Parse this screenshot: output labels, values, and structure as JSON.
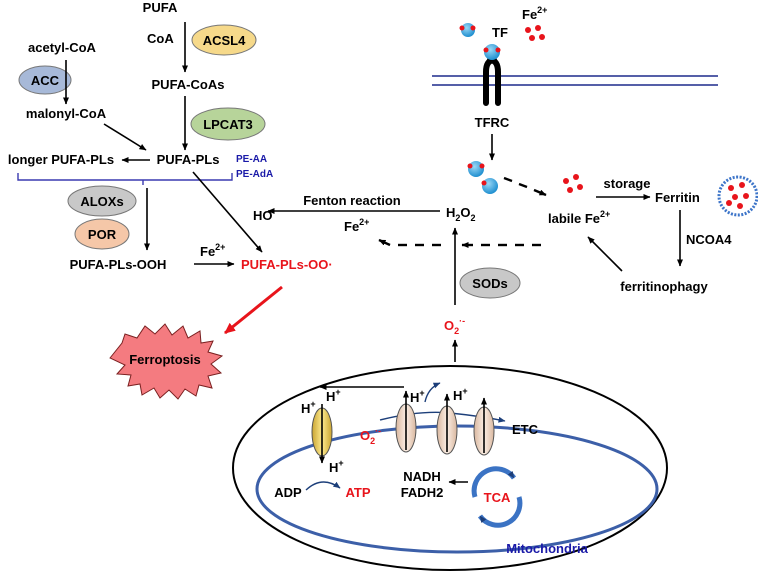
{
  "labels": {
    "pufa": "PUFA",
    "coa": "CoA",
    "acsl4": "ACSL4",
    "pufa_coas": "PUFA-CoAs",
    "lpcat3": "LPCAT3",
    "acetyl_coa": "acetyl-CoA",
    "acc": "ACC",
    "malonyl_coa": "malonyl-CoA",
    "longer_pufa_pls": "longer PUFA-PLs",
    "pufa_pls": "PUFA-PLs",
    "pe_aa": "PE-AA",
    "pe_ada": "PE-AdA",
    "aloxs": "ALOXs",
    "por": "POR",
    "pufa_pls_ooh": "PUFA-PLs-OOH",
    "fe_left": "Fe",
    "fe_sup": "2+",
    "pufa_pls_oo": "PUFA-PLs-OO",
    "pufa_pls_oo_dot": "·",
    "ho": "HO",
    "ho_dot": "·",
    "fenton": "Fenton reaction",
    "fe_mid": "Fe",
    "h2o2_h": "H",
    "h2o2_2a": "2",
    "h2o2_o": "O",
    "h2o2_2b": "2",
    "ferroptosis": "Ferroptosis",
    "tf": "TF",
    "fe_top": "Fe",
    "tfrc": "TFRC",
    "labile_fe": "labile Fe",
    "storage": "storage",
    "ferritin": "Ferritin",
    "ncoa4": "NCOA4",
    "ferritinophagy": "ferritinophagy",
    "sods": "SODs",
    "o2_main": "O",
    "o2_sub": "2",
    "o2_sup": "·-",
    "h_plus_a": "H",
    "h_plus_b": "H",
    "h_plus_c": "H",
    "h_plus_d": "H",
    "h_plus_e": "H",
    "plus": "+",
    "etc": "ETC",
    "o2_mito": "O",
    "adp": "ADP",
    "atp": "ATP",
    "nadh": "NADH",
    "fadh2": "FADH2",
    "tca": "TCA",
    "mitochondria": "Mitochondria"
  },
  "colors": {
    "red": "#e8141b",
    "blue_text": "#1a1aa8",
    "acsl4_fill": "#f6d98a",
    "acc_fill": "#a7b9d8",
    "lpcat3_fill": "#b7d49a",
    "aloxs_fill": "#c8c8c8",
    "por_fill": "#f5c7a8",
    "sods_fill": "#c8c8c8",
    "ferroptosis_fill": "#f47b80",
    "tf_blue": "#33a7e0",
    "membrane_blue": "#1d2a8c",
    "mito_inner": "#5070b0",
    "channel_fill": "#efd7c8"
  }
}
